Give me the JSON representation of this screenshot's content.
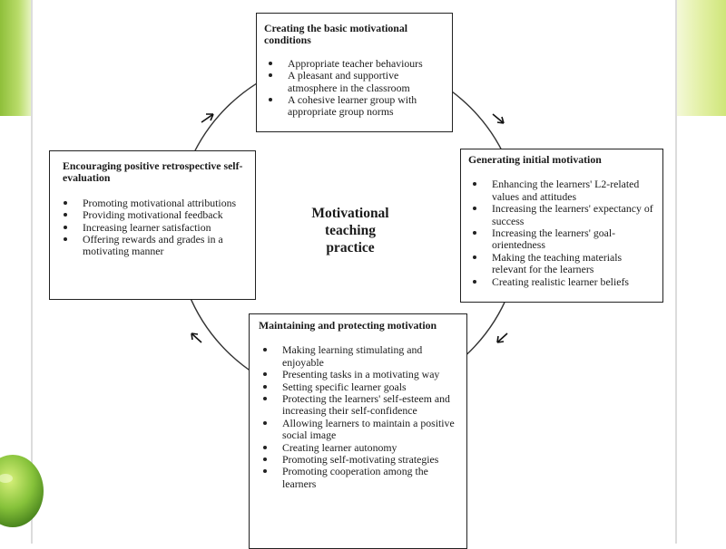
{
  "center_title": [
    "Motivational",
    "teaching",
    "practice"
  ],
  "boxes": {
    "top": {
      "title": "Creating the basic motivational conditions",
      "items": [
        "Appropriate teacher behaviours",
        "A pleasant and supportive atmosphere in the classroom",
        "A cohesive learner group with appropriate group norms"
      ]
    },
    "right": {
      "title": "Generating initial motivation",
      "items": [
        "Enhancing the learners' L2-related values and attitudes",
        "Increasing the learners' expectancy of success",
        "Increasing the learners' goal-orientedness",
        "Making the teaching materials relevant for the learners",
        "Creating realistic learner beliefs"
      ]
    },
    "bottom": {
      "title": "Maintaining and protecting motivation",
      "items": [
        "Making learning stimulating and enjoyable",
        "Presenting tasks in a motivating way",
        "Setting specific learner goals",
        "Protecting the learners' self-esteem and increasing their self-confidence",
        "Allowing learners to maintain a positive social image",
        "Creating learner autonomy",
        "Promoting self-motivating strategies",
        "Promoting cooperation among the learners"
      ]
    },
    "left": {
      "title": "Encouraging positive retrospective self-evaluation",
      "items": [
        "Promoting motivational attributions",
        "Providing motivational feedback",
        "Increasing learner satisfaction",
        "Offering rewards and grades in a motivating manner"
      ]
    }
  },
  "colors": {
    "accent_green": "#8fbf3a",
    "light_green": "#cfe67a",
    "box_border": "#222222"
  }
}
